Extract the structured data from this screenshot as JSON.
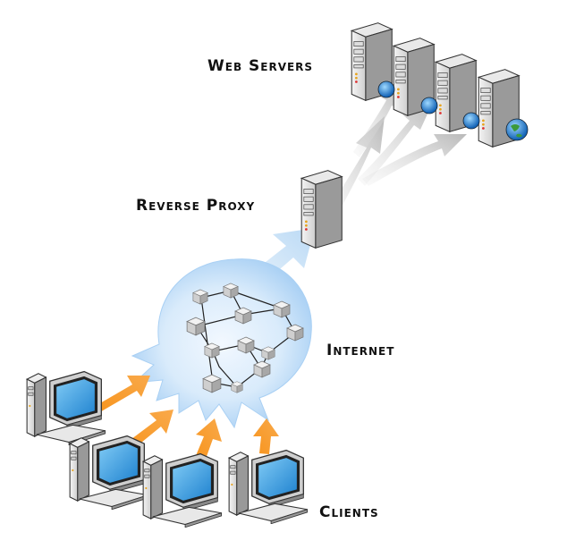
{
  "labels": {
    "web_servers": "Web Servers",
    "reverse_proxy": "Reverse Proxy",
    "internet": "Internet",
    "clients": "Clients"
  },
  "colors": {
    "client_arrow": "#f7941d",
    "internet_glow": "#9cc8f0",
    "server_arrow": "#c8c8c8",
    "monitor_screen": "#3aa0e0"
  },
  "icons": {
    "server": "server-tower-icon",
    "globe": "globe-icon",
    "client": "desktop-computer-icon",
    "node": "network-cube-icon"
  }
}
